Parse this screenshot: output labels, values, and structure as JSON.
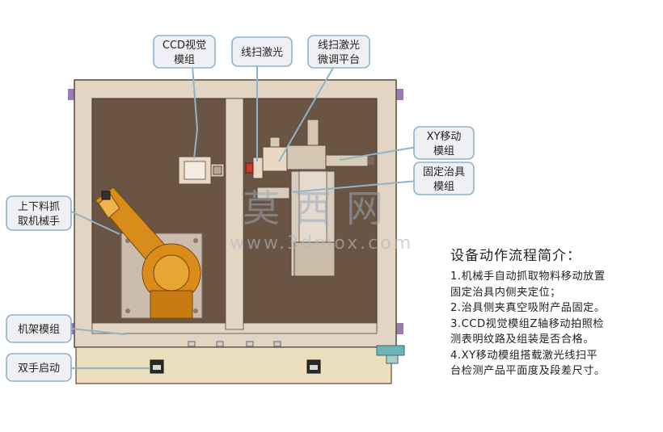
{
  "callouts": {
    "ccd": "CCD视觉\n模组",
    "line_laser": "线扫激光",
    "laser_platform": "线扫激光\n微调平台",
    "xy_module": "XY移动\n模组",
    "fixture": "固定治具\n模组",
    "robot": "上下料抓\n取机械手",
    "frame": "机架模组",
    "two_hand": "双手启动"
  },
  "watermark": {
    "cn": "莫西网",
    "url": "www.3dmox.com"
  },
  "description": {
    "title": "设备动作流程简介：",
    "lines": [
      "1.机械手自动抓取物料移动放置",
      "固定治具内侧夹定位；",
      "2.治具侧夹真空吸附产品固定。",
      "3.CCD视觉模组Z轴移动拍照检",
      "测表明纹路及组装是否合格。",
      "4.XY移动模组搭载激光线扫平",
      "台检测产品平面度及段差尺寸。"
    ]
  },
  "colors": {
    "frame": "#e2d5c3",
    "floor": "#6a5443",
    "base": "#ebdfbd",
    "robot": "#d98c1a",
    "callout_fill": "#eef0f3",
    "callout_stroke": "#8fb3c8"
  }
}
